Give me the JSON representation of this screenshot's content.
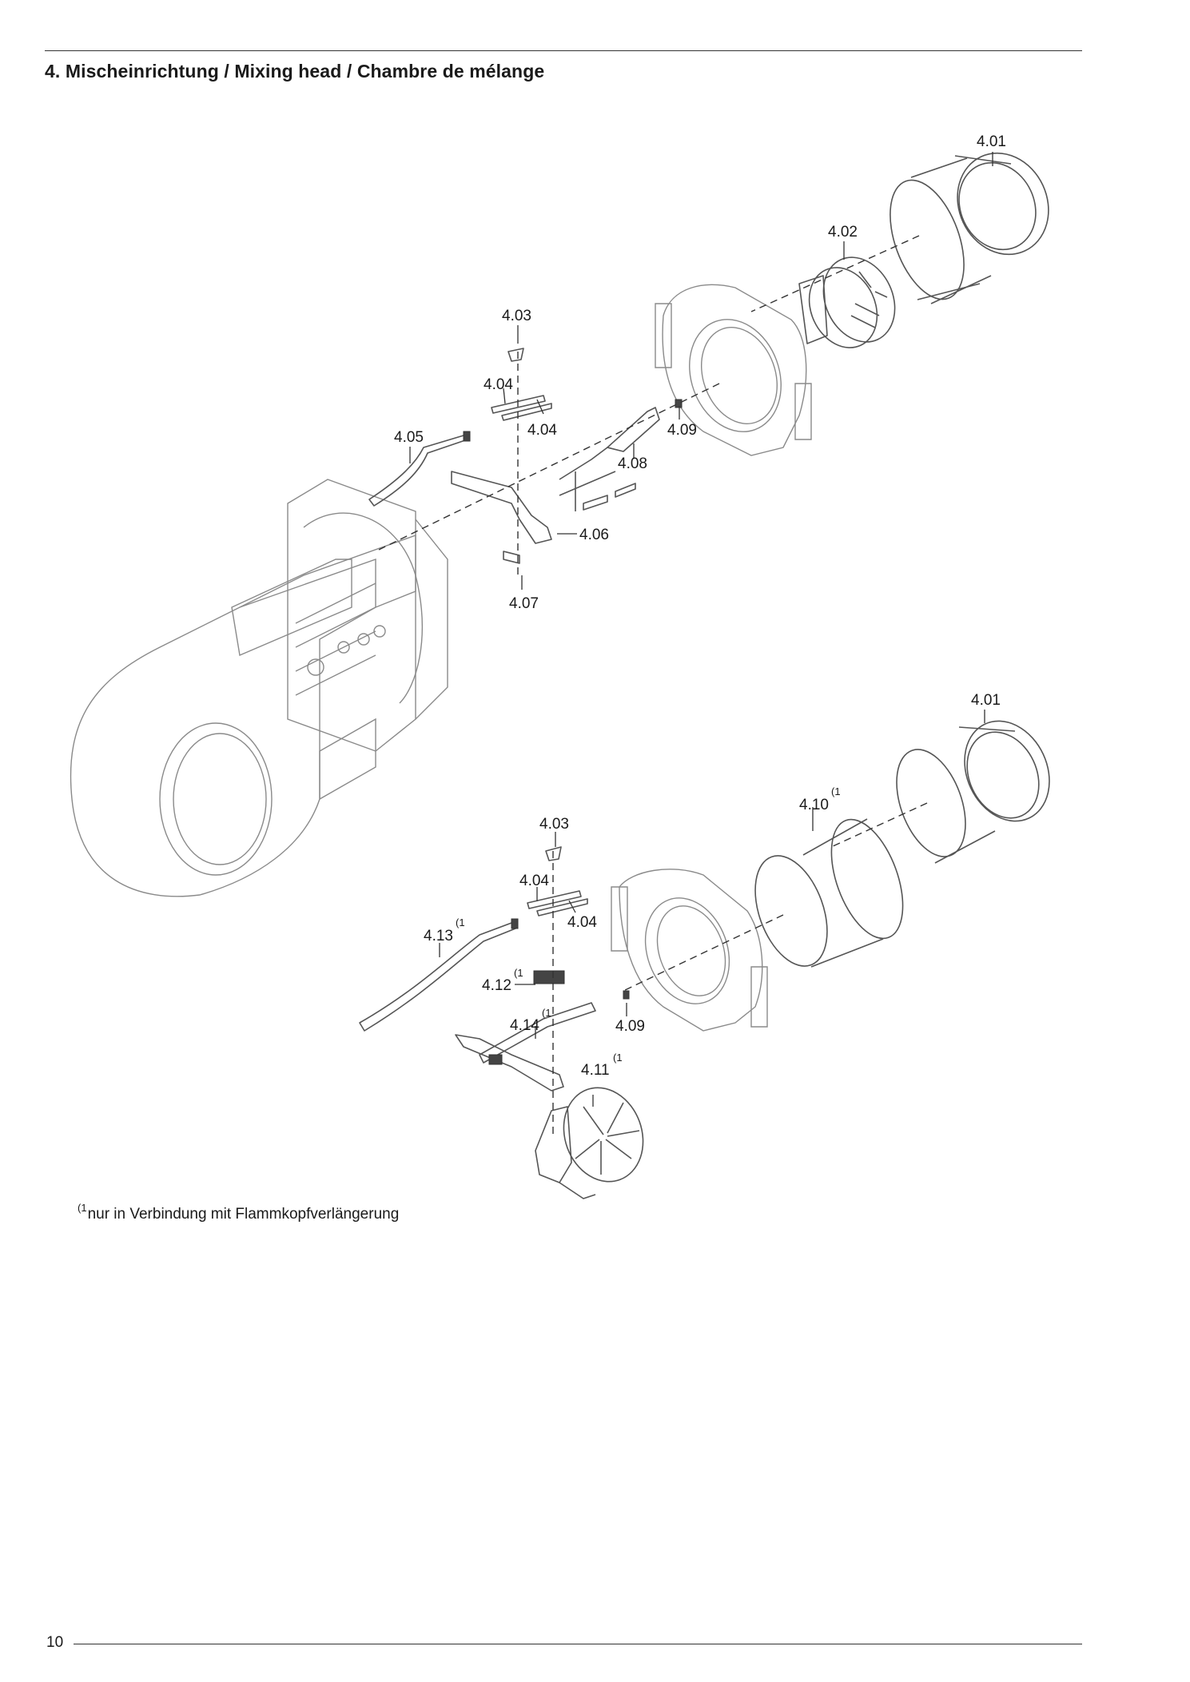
{
  "header": {
    "title": "4. Mischeinrichtung / Mixing head / Chambre de mélange"
  },
  "diagram": {
    "labels": {
      "l401a": "4.01",
      "l402": "4.02",
      "l403a": "4.03",
      "l404a": "4.04",
      "l404b": "4.04",
      "l405": "4.05",
      "l408": "4.08",
      "l409a": "4.09",
      "l406": "4.06",
      "l407": "4.07",
      "l401b": "4.01",
      "l410": "4.10",
      "l403b": "4.03",
      "l404c": "4.04",
      "l404d": "4.04",
      "l413": "4.13",
      "l412": "4.12",
      "l414": "4.14",
      "l409b": "4.09",
      "l411": "4.11"
    },
    "superscript": "(1"
  },
  "footnote": {
    "marker": "(1",
    "text": "nur in Verbindung mit Flammkopfverlängerung"
  },
  "footer": {
    "page_number": "10"
  }
}
